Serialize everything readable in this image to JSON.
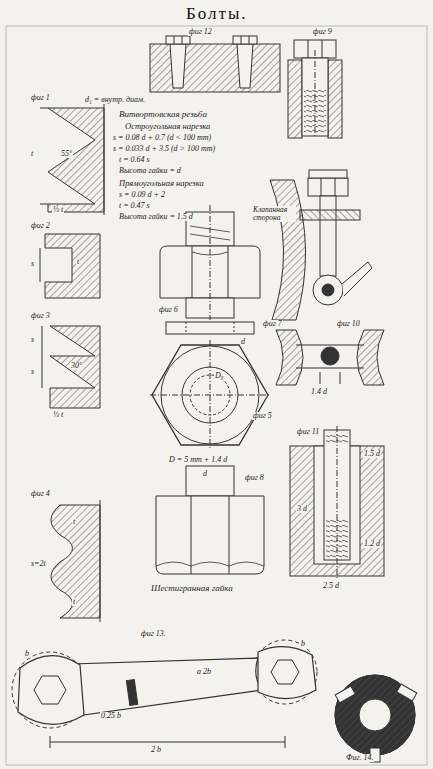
{
  "diagram": {
    "title": "Болты.",
    "labels": [
      "фиг 12",
      "фиг 9",
      "фиг 1",
      "d₁ = внутр. диам.",
      "Витвортовская резьба",
      "Остроугольная нарезка",
      "s = 0.08 d + 0.7 (d < 100 mm)",
      "s = 0.033 d + 3.5 (d > 100 mm)",
      "t = 0.64 s",
      "Высота гайки = d",
      "Прямоугольная нарезка",
      "s = 0.09 d + 2",
      "t = 0.47 s",
      "Высота гайки = 1.5 d",
      "t",
      "55°",
      "⅓ t",
      "фиг 2",
      "t",
      "s",
      "Клапанная сторона",
      "фиг 10",
      "фиг 6",
      "фиг 7",
      "d",
      "фиг 3",
      "s",
      "s",
      "30°",
      "⅓ t",
      "D₀",
      "фиг 5",
      "D = 5 mm + 1.4 d",
      "1.4 d",
      "фиг 11",
      "1.5 d",
      "3 d",
      "1.2 d",
      "2.5 d",
      "фиг 4",
      "t",
      "s=2t",
      "t",
      "фиг 8",
      "d",
      "Шестигранная гайка",
      "фиг 13.",
      "b",
      "b",
      "a 2b",
      "0.25 b",
      "2 b",
      "Фиг. 14."
    ]
  }
}
